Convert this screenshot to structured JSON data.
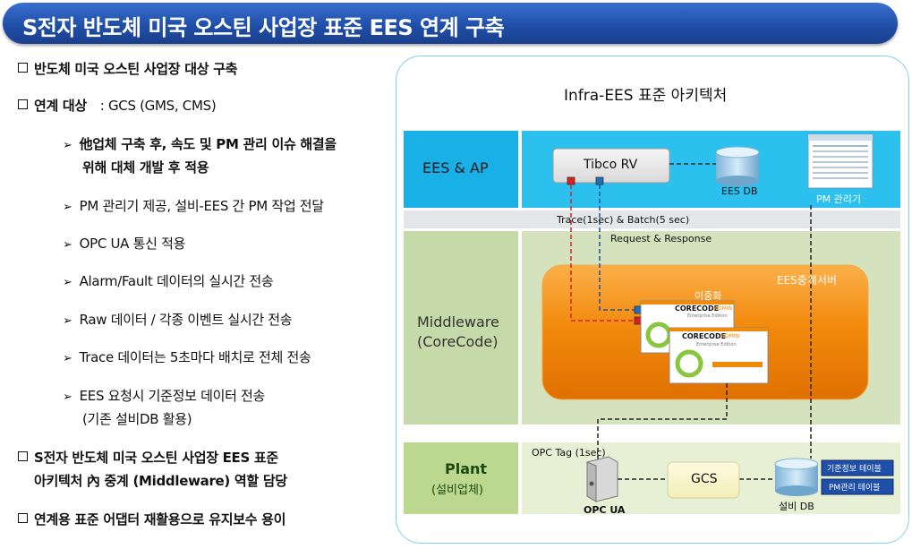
{
  "title": "S전자 반도체 미국 오스틴 사업장 표준 EES 연계 구축",
  "bullets": {
    "b1": "반도체 미국 오스틴 사업장 대상 구축",
    "b2_label": "연계 대상",
    "b2_value": ": GCS (GMS, CMS)",
    "s1_line1": "他업체 구축 후, 속도 및 PM 관리 이슈 해결을",
    "s1_line2": "위해 대체 개발 후 적용",
    "s2": "PM 관리기 제공, 설비-EES 간 PM 작업 전달",
    "s3": "OPC UA 통신 적용",
    "s4": "Alarm/Fault 데이터의 실시간 전송",
    "s5": "Raw 데이터 / 각종 이벤트 실시간 전송",
    "s6": "Trace 데이터는 5초마다 배치로 전체 전송",
    "s7_line1": "EES 요청시 기준정보 데이터 전송",
    "s7_line2": "(기존 설비DB 활용)",
    "b3_line1": "S전자 반도체 미국 오스틴 사업장 EES 표준",
    "b3_line2": "아키텍처 內 중계 (Middleware) 역할 담당",
    "b4": "연계용 표준 어댑터 재활용으로 유지보수 용이"
  },
  "diagram": {
    "title": "Infra-EES 표준 아키텍처",
    "layer_ees": "EES & AP",
    "layer_mw_1": "Middleware",
    "layer_mw_2": "(CoreCode)",
    "layer_plant_1": "Plant",
    "layer_plant_2": "(설비업체)",
    "tibco": "Tibco RV",
    "ees_db": "EES DB",
    "pm_manager": "PM 관리기",
    "trace_batch": "Trace(1sec) & Batch(5 sec)",
    "req_resp": "Request & Response",
    "relay_server": "EES중계서버",
    "redundancy": "이중화",
    "corecode": "CORECODE",
    "corecode_admin": "ADMIN",
    "corecode_edition": "Enterprise Edition",
    "opc_tag": "OPC Tag (1sec)",
    "opc_ua": "OPC UA",
    "gcs": "GCS",
    "equip_db": "설비 DB",
    "std_table": "기준정보 테이블",
    "pm_table": "PM관리 테이블"
  },
  "colors": {
    "ees_layer": "#29b6ea",
    "middleware_layer": "#c8dba6",
    "plant_layer": "#c8df9c",
    "relay_orange": "#f07f00",
    "title_blue": "#1f4fa8"
  }
}
